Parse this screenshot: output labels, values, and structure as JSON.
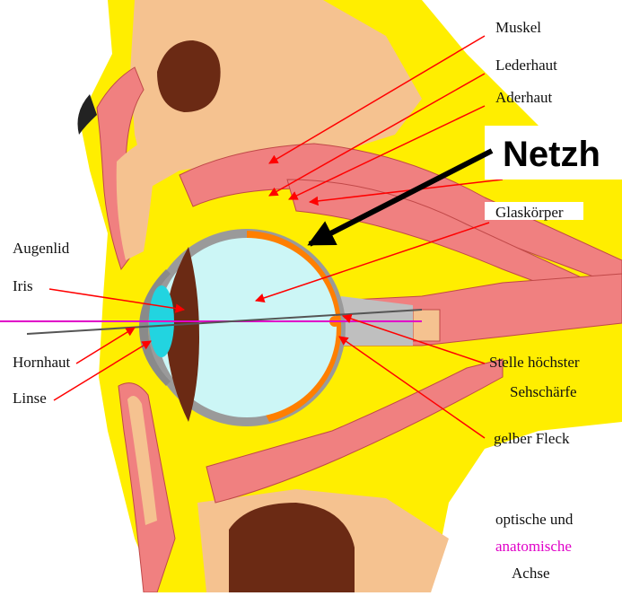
{
  "labels": {
    "muskel": "Muskel",
    "lederhaut": "Lederhaut",
    "aderhaut": "Aderhaut",
    "netzhaut": "Netzh",
    "glaskoerper": "Glaskörper",
    "augenlid": "Augenlid",
    "iris": "Iris",
    "hornhaut": "Hornhaut",
    "linse": "Linse",
    "stelle_line1": "Stelle höchster",
    "stelle_line2": "Sehschärfe",
    "gelber_fleck": "gelber Fleck",
    "achse_line1": "optische und",
    "achse_line2": "anatomische",
    "achse_line3": "Achse"
  },
  "colors": {
    "background": "#ffffff",
    "fat": "#ffee00",
    "skin": "#f5c290",
    "muscle": "#f08080",
    "bone_cavity": "#6b2a14",
    "vitreous": "#ccf6f6",
    "sclera": "#9a9a9a",
    "retina": "#ff7f00",
    "lens": "#22d4e0",
    "iris": "#6b2a14",
    "arrow": "#ff0000",
    "anatomical_axis": "#e000c8",
    "optical_axis": "#555555"
  }
}
